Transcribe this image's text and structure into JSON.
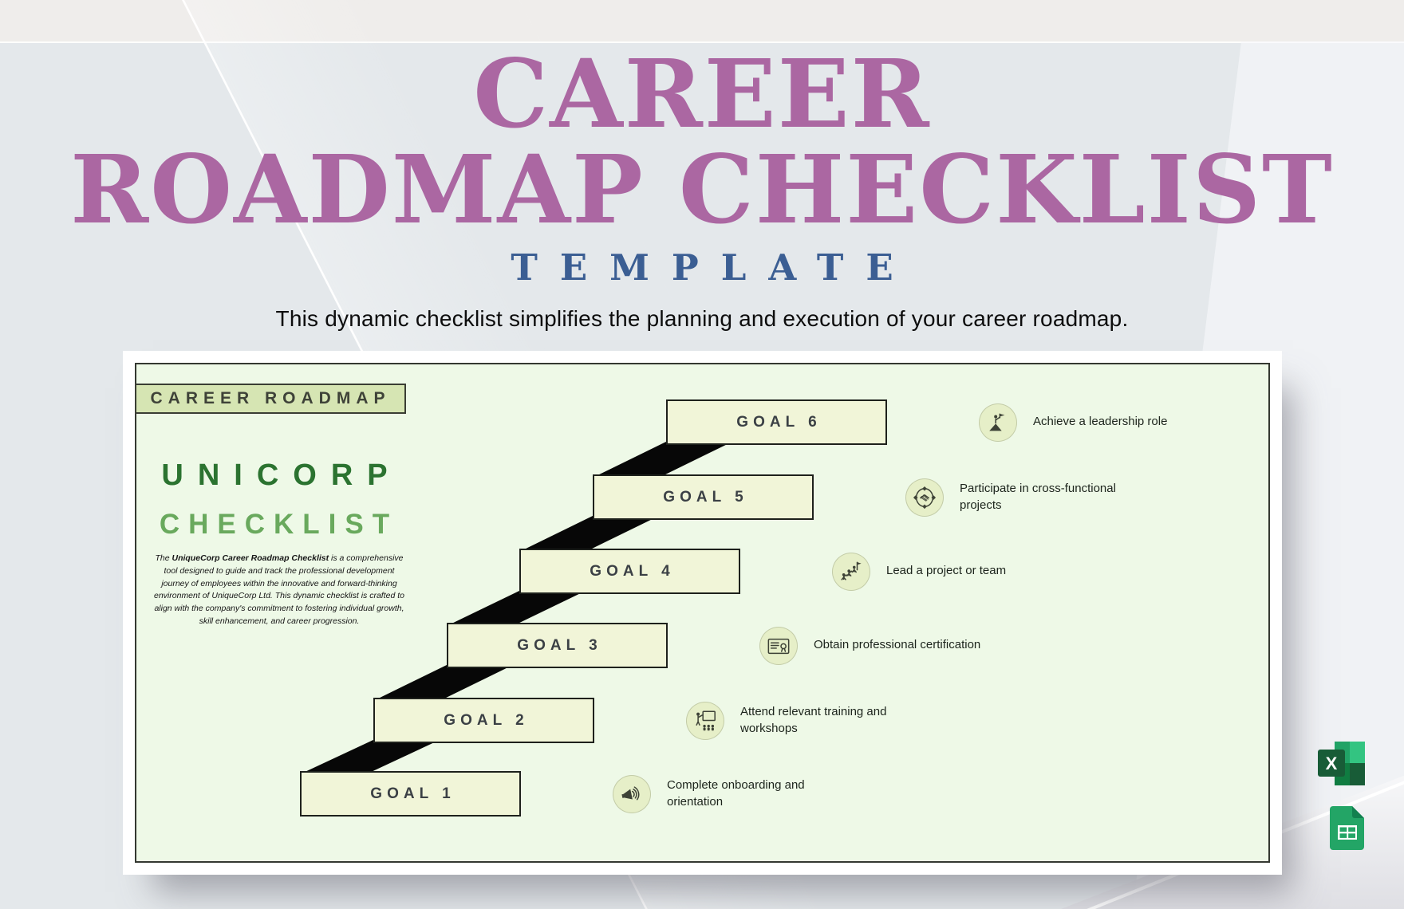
{
  "header": {
    "title_line1": "CAREER",
    "title_line2": "ROADMAP CHECKLIST",
    "badge": "TEMPLATE",
    "subtitle": "This dynamic checklist simplifies the planning and execution of your career roadmap."
  },
  "card": {
    "tag": "CAREER ROADMAP",
    "brand_line1": "UNICORP",
    "brand_line2": "CHECKLIST",
    "description": {
      "lead": "The ",
      "emphasis": "UniqueCorp Career Roadmap Checklist",
      "body": " is a comprehensive tool designed to guide and track the professional development journey of employees within the innovative and forward-thinking environment of UniqueCorp Ltd. This dynamic checklist is crafted to align with the company's commitment to fostering individual growth, skill enhancement, and career progression."
    },
    "goals": [
      {
        "label": "GOAL 1",
        "task": "Complete onboarding and orientation",
        "icon": "megaphone-icon"
      },
      {
        "label": "GOAL 2",
        "task": "Attend relevant training and workshops",
        "icon": "training-presentation-icon"
      },
      {
        "label": "GOAL 3",
        "task": "Obtain professional certification",
        "icon": "certificate-icon"
      },
      {
        "label": "GOAL 4",
        "task": "Lead a project or team",
        "icon": "team-climb-icon"
      },
      {
        "label": "GOAL 5",
        "task": "Participate in cross-functional projects",
        "icon": "collaboration-icon"
      },
      {
        "label": "GOAL 6",
        "task": "Achieve a leadership role",
        "icon": "leadership-summit-icon"
      }
    ]
  },
  "file_formats": [
    {
      "name": "excel-icon",
      "letter": "X"
    },
    {
      "name": "google-sheets-icon"
    }
  ],
  "colors": {
    "title_purple": "#ab67a2",
    "badge_blue": "#3b5e93",
    "card_bg": "#eef9e7",
    "chip_bg": "#d6e5b3",
    "goal_box_bg": "#f1f5d8",
    "brand_green_dark": "#2b7330",
    "brand_green_light": "#69a95d",
    "connector_black": "#070707",
    "excel_green": "#185c37",
    "sheets_green": "#23a566"
  }
}
